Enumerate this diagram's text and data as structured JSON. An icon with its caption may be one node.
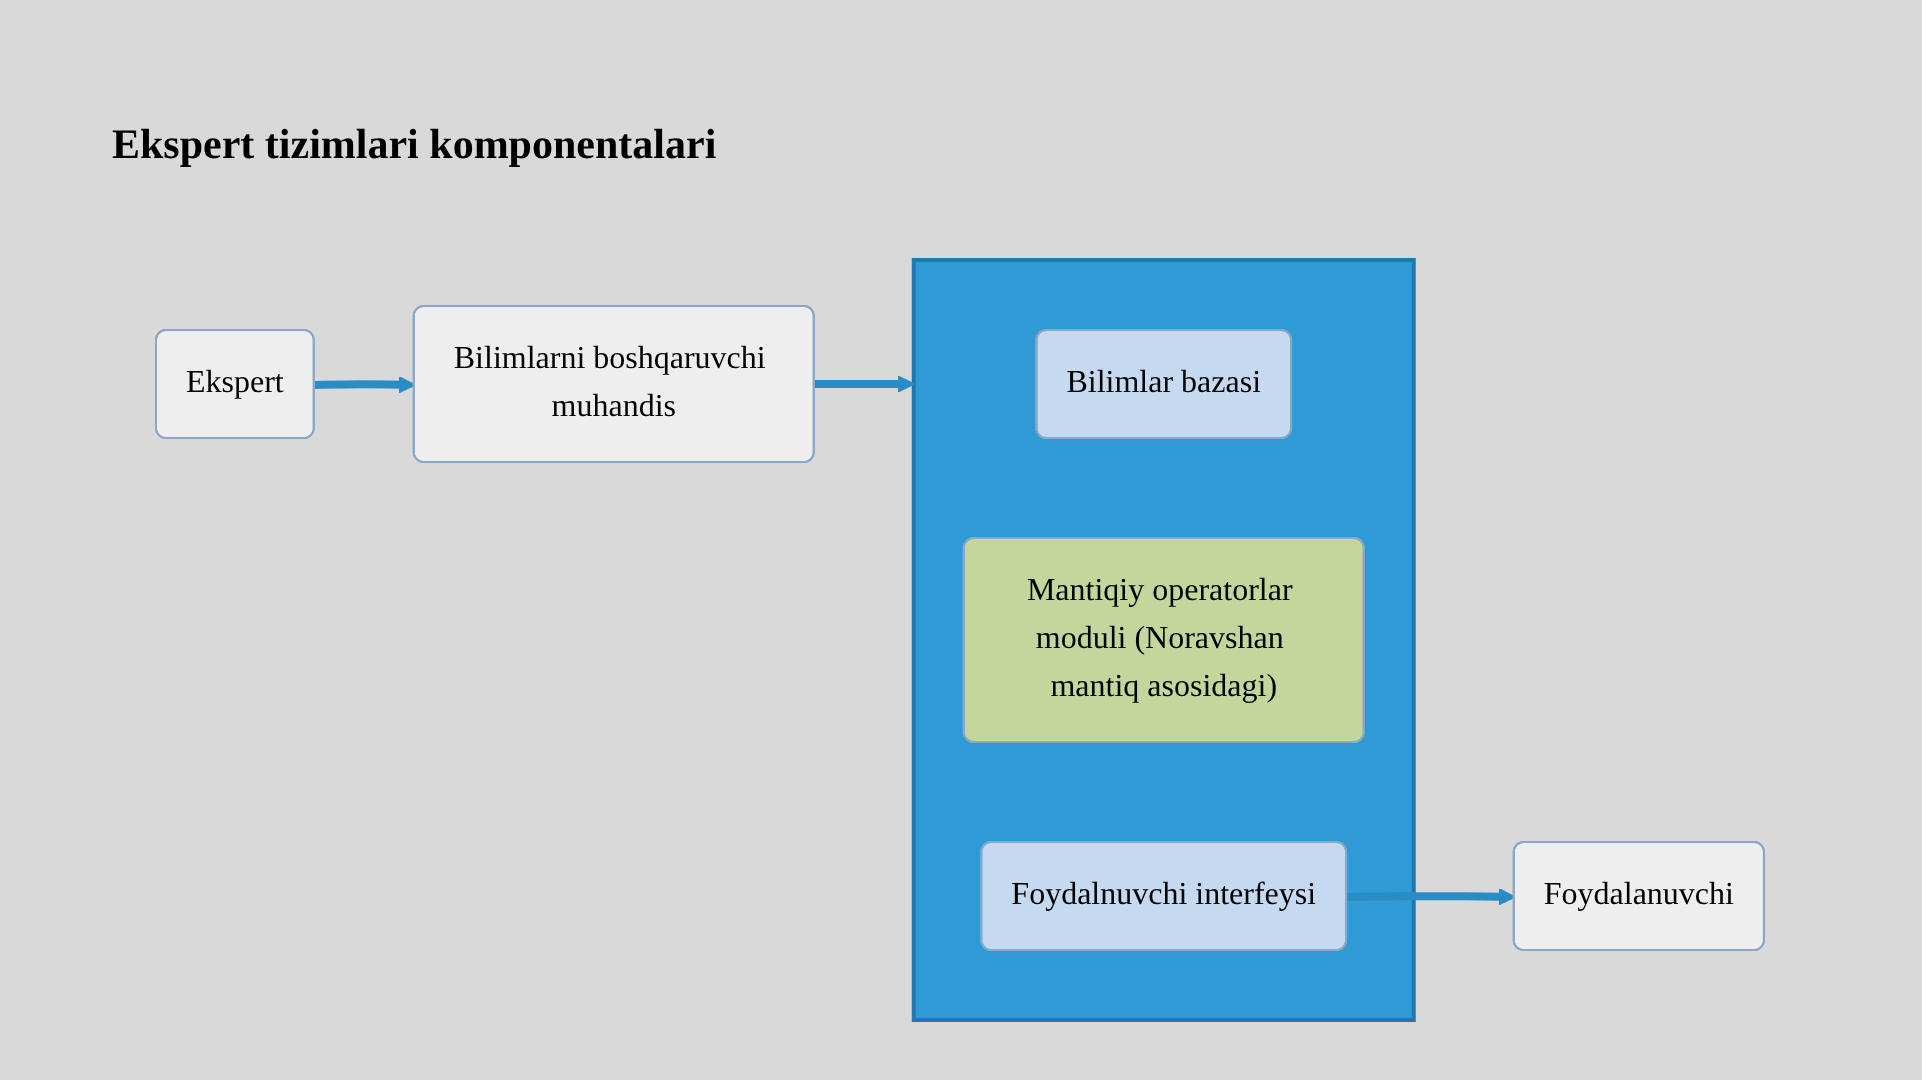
{
  "diagram": {
    "title": "Ekspert tizimlari komponentalari",
    "nodes": [
      {
        "text": [
          "Ekspert"
        ]
      },
      {
        "text": [
          "Bilimlarni boshqaruvchi muhandis"
        ]
      },
      {
        "text": [],
        "shape": "box"
      },
      {
        "text": [
          "Bilimlar bazasi"
        ],
        "in": 2
      },
      {
        "text": [
          "Mantiqiy operatorlar moduli (Noravshan mantiq asosidagi)"
        ],
        "in": 2
      },
      {
        "text": [
          "Foydalnuvchi interfeysi"
        ],
        "in": 2
      },
      {
        "text": [
          "Foydalanuvchi"
        ]
      }
    ],
    "edges": [
      {
        "from": 0,
        "to": 1,
        "arrow": "to"
      },
      {
        "from": 1,
        "to": 2,
        "arrow": "to"
      },
      {
        "from": 5,
        "to": 6,
        "arrow": "to"
      }
    ]
  }
}
